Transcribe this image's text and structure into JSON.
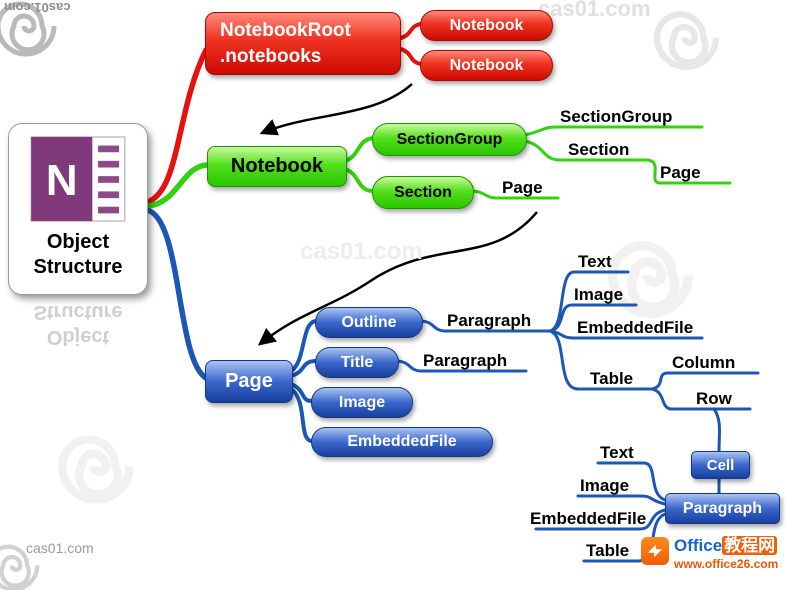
{
  "watermark": {
    "site": "cas01.com"
  },
  "logo_card": {
    "icon_letter": "N",
    "title_line1": "Object",
    "title_line2": "Structure"
  },
  "red_branch": {
    "root_line1": "NotebookRoot",
    "root_line2": ".notebooks",
    "notebook_top": "Notebook",
    "notebook_bottom": "Notebook"
  },
  "green_branch": {
    "notebook": "Notebook",
    "section_group": "SectionGroup",
    "section": "Section",
    "sg_child_sectiongroup": "SectionGroup",
    "sg_child_section": "Section",
    "section_child_page": "Page",
    "page_leaf": "Page"
  },
  "blue_branch": {
    "page": "Page",
    "outline": "Outline",
    "title": "Title",
    "image": "Image",
    "embedded_file": "EmbeddedFile",
    "outline_paragraph": "Paragraph",
    "title_paragraph": "Paragraph",
    "paragraph_children": [
      "Text",
      "Image",
      "EmbeddedFile",
      "Table"
    ],
    "table_children": [
      "Column",
      "Row"
    ],
    "cell": "Cell",
    "cell_paragraph": "Paragraph",
    "paragraph2_children": [
      "Text",
      "Image",
      "EmbeddedFile",
      "Table"
    ]
  },
  "footer_logo": {
    "brand_blue": "Office",
    "brand_orange": "教程网",
    "url": "www.office26.com"
  },
  "colors": {
    "red": "#e8100c",
    "green": "#35d010",
    "blue": "#1c57b5",
    "onenote_purple": "#80397b",
    "arrow_black": "#000000"
  }
}
